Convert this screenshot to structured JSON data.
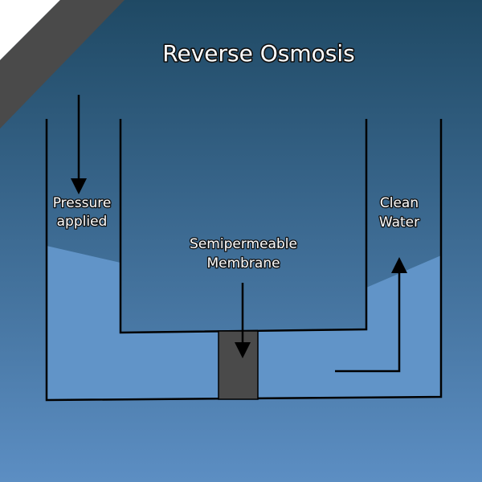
{
  "title": "Reverse Osmosis",
  "labels": {
    "pressure_line1": "Pressure",
    "pressure_line2": "applied",
    "membrane_line1": "Semipermeable",
    "membrane_line2": "Membrane",
    "clean_line1": "Clean",
    "clean_line2": "Water"
  },
  "colors": {
    "background_top": "#1f4964",
    "background_bottom": "#5c8ec3",
    "water": "#6194c8",
    "membrane": "#4a4a4a",
    "outline": "#000000",
    "corner_band": "#4a4a4a"
  }
}
